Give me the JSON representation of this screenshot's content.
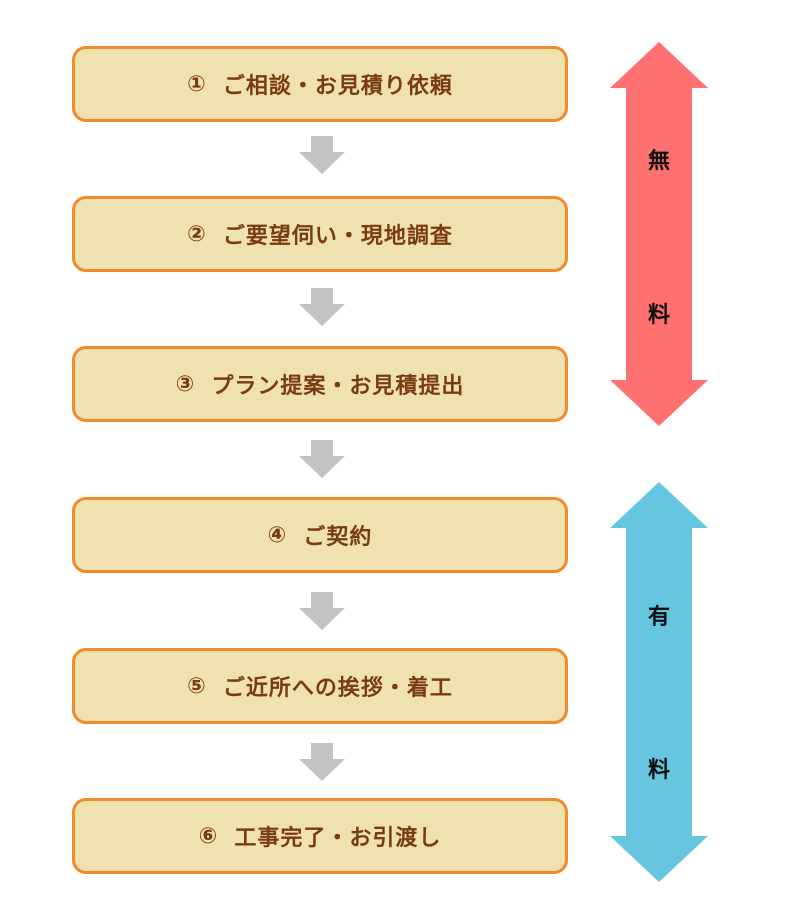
{
  "steps": [
    {
      "num": "①",
      "label": "ご相談・お見積り依頼"
    },
    {
      "num": "②",
      "label": "ご要望伺い・現地調査"
    },
    {
      "num": "③",
      "label": "プラン提案・お見積提出"
    },
    {
      "num": "④",
      "label": "ご契約"
    },
    {
      "num": "⑤",
      "label": "ご近所への挨拶・着工"
    },
    {
      "num": "⑥",
      "label": "工事完了・お引渡し"
    }
  ],
  "free": {
    "char1": "無",
    "char2": "料",
    "color": "#ff7070"
  },
  "paid": {
    "char1": "有",
    "char2": "料",
    "color": "#66c6e0"
  },
  "colors": {
    "box_fill": "#f0e2b0",
    "box_border": "#f08a2c",
    "text": "#7a3b10",
    "flow_arrow": "#c3c3c3"
  }
}
